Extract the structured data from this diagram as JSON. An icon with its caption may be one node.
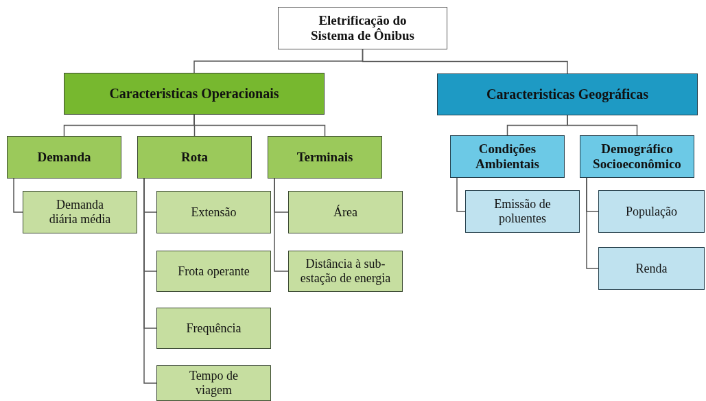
{
  "diagram": {
    "nodes": [
      {
        "text": [
          "Eletrificação do Sistema de Ônibus"
        ]
      },
      {
        "text": [
          "Caracteristicas Operacionais"
        ]
      },
      {
        "text": [
          "Caracteristicas Geográficas"
        ]
      },
      {
        "text": [
          "Demanda"
        ]
      },
      {
        "text": [
          "Rota"
        ]
      },
      {
        "text": [
          "Terminais"
        ]
      },
      {
        "text": [
          "Demanda diária média"
        ]
      },
      {
        "text": [
          "Extensão"
        ]
      },
      {
        "text": [
          "Frota operante"
        ]
      },
      {
        "text": [
          "Frequência"
        ]
      },
      {
        "text": [
          "Tempo de viagem"
        ]
      },
      {
        "text": [
          "Área"
        ]
      },
      {
        "text": [
          "Distância à sub- estação de energia"
        ]
      },
      {
        "text": [
          "Condições Ambientais"
        ]
      },
      {
        "text": [
          "Demográfico Socioeconômico"
        ]
      },
      {
        "text": [
          "Emissão de poluentes"
        ]
      },
      {
        "text": [
          "População"
        ]
      },
      {
        "text": [
          "Renda"
        ]
      }
    ],
    "edges": [
      {
        "from": 0,
        "to": 1,
        "arrow": "none"
      },
      {
        "from": 0,
        "to": 2,
        "arrow": "none"
      },
      {
        "from": 1,
        "to": 3,
        "arrow": "none"
      },
      {
        "from": 1,
        "to": 4,
        "arrow": "none"
      },
      {
        "from": 1,
        "to": 5,
        "arrow": "none"
      },
      {
        "from": 2,
        "to": 13,
        "arrow": "none"
      },
      {
        "from": 2,
        "to": 14,
        "arrow": "none"
      },
      {
        "from": 3,
        "to": 6,
        "arrow": "none"
      },
      {
        "from": 4,
        "to": 7,
        "arrow": "none"
      },
      {
        "from": 4,
        "to": 8,
        "arrow": "none"
      },
      {
        "from": 4,
        "to": 9,
        "arrow": "none"
      },
      {
        "from": 4,
        "to": 10,
        "arrow": "none"
      },
      {
        "from": 5,
        "to": 11,
        "arrow": "none"
      },
      {
        "from": 5,
        "to": 12,
        "arrow": "none"
      },
      {
        "from": 13,
        "to": 15,
        "arrow": "none"
      },
      {
        "from": 14,
        "to": 16,
        "arrow": "none"
      },
      {
        "from": 14,
        "to": 17,
        "arrow": "none"
      }
    ]
  }
}
